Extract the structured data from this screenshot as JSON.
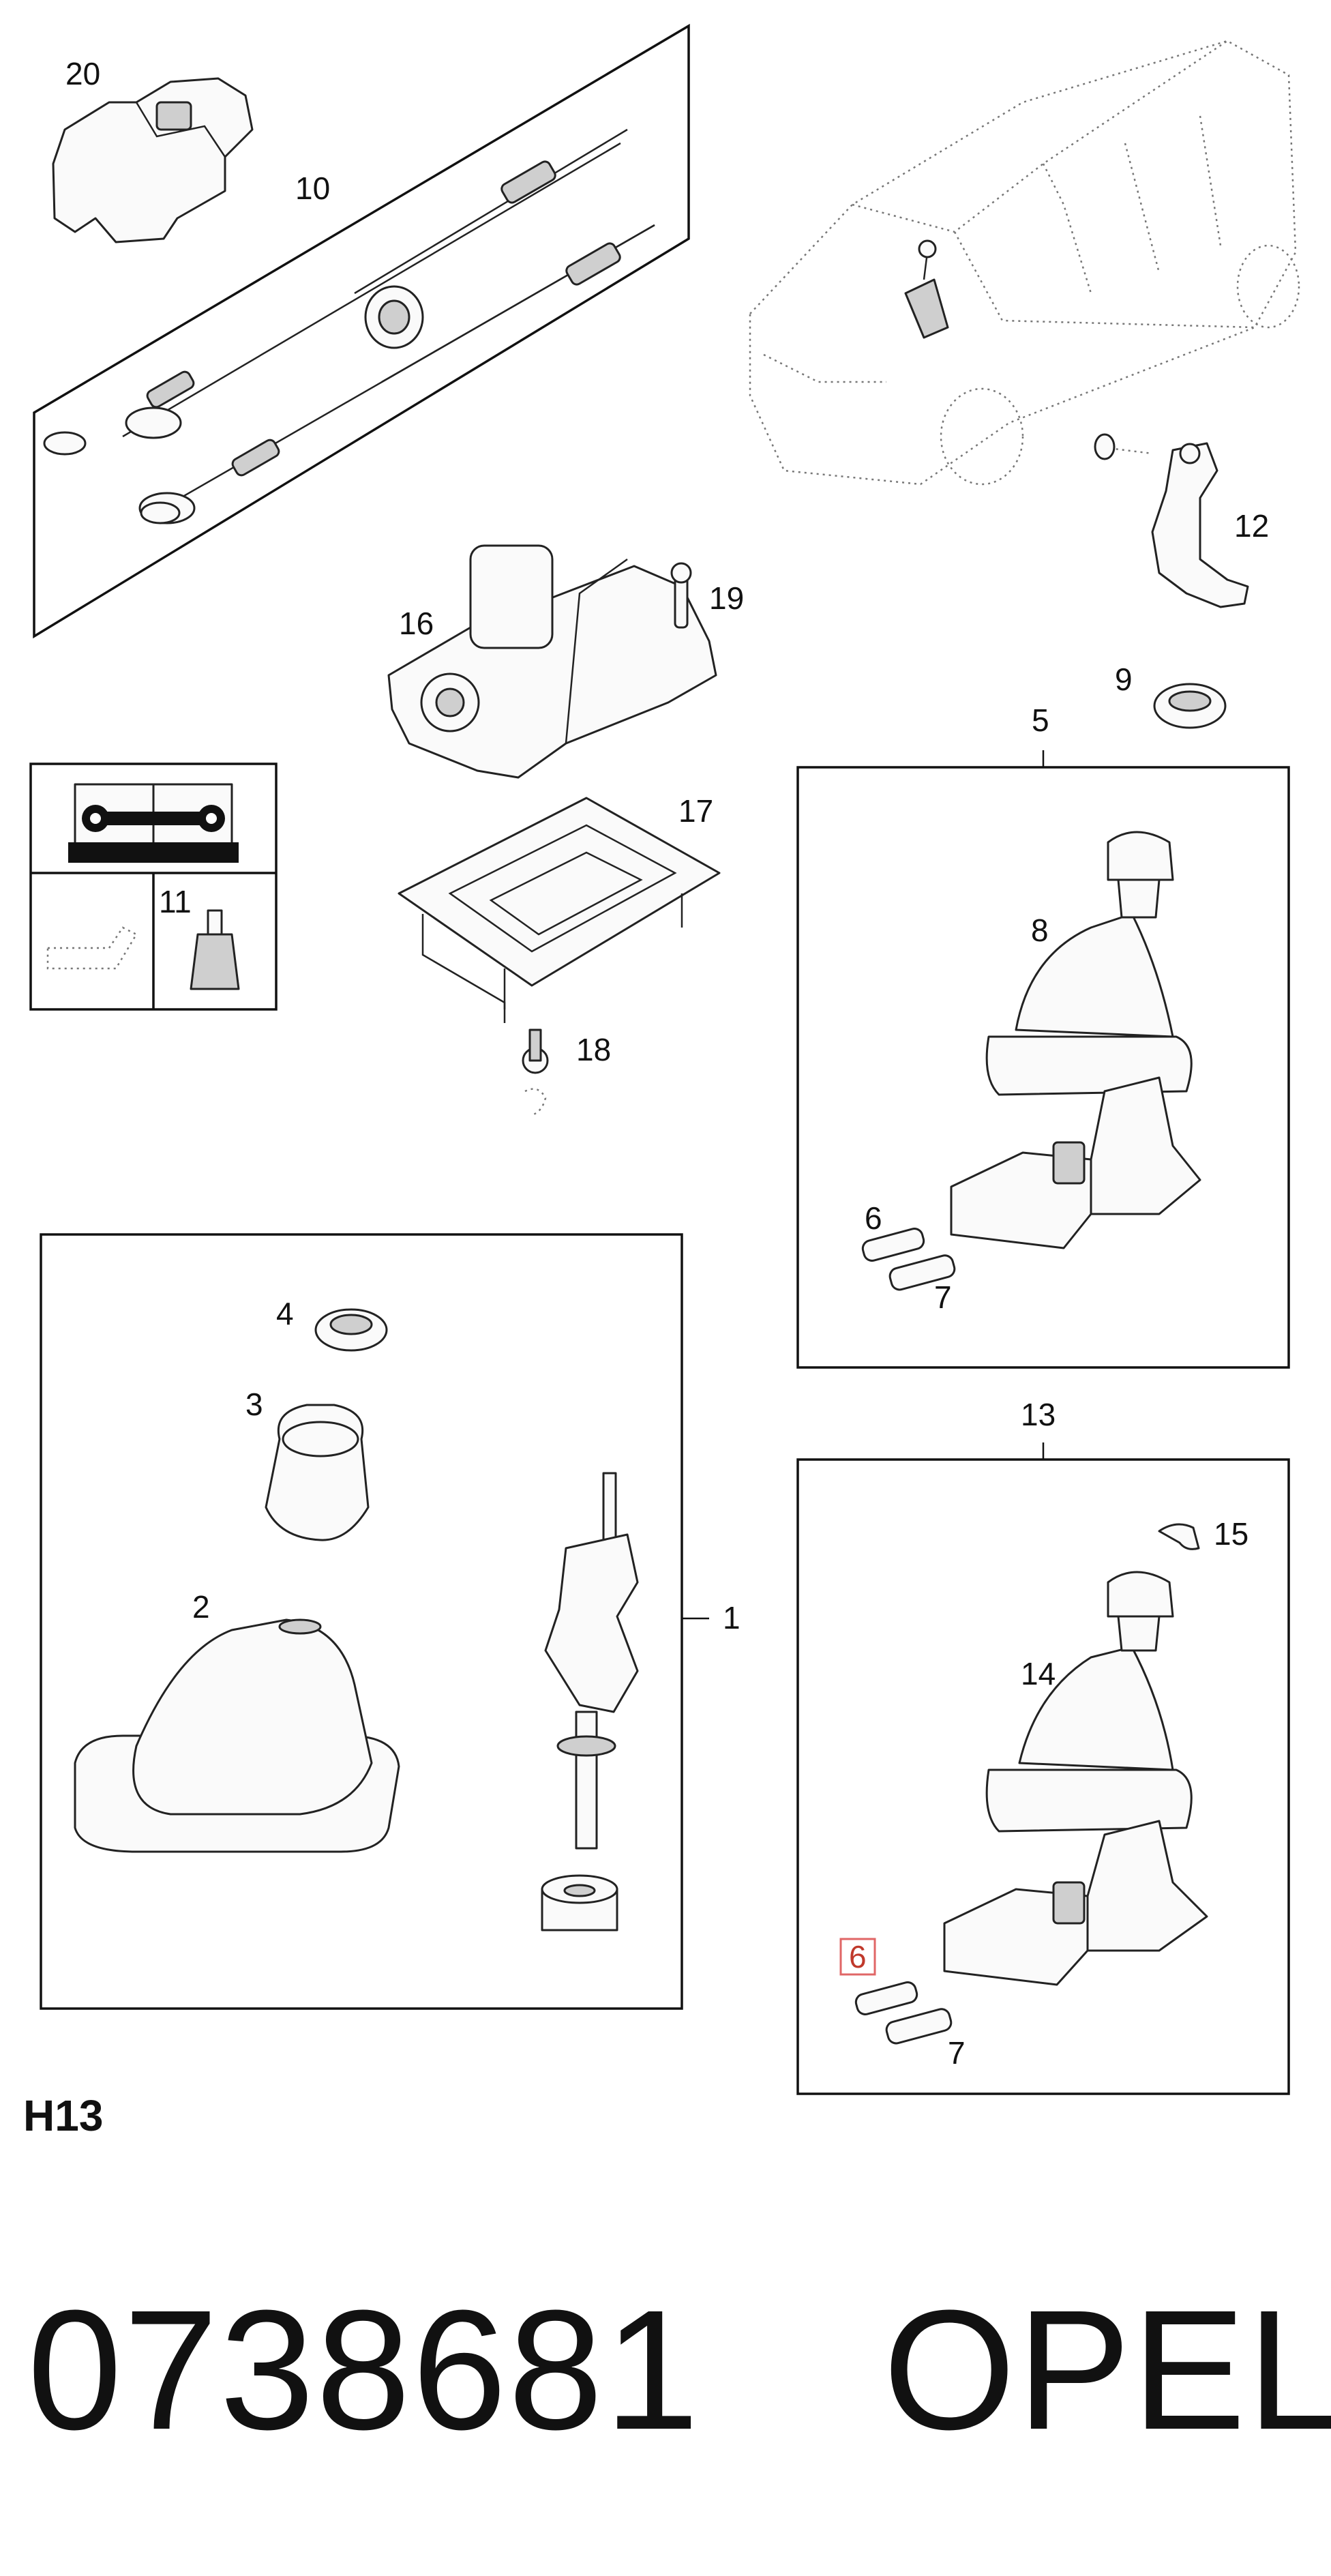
{
  "callouts": {
    "c1": "1",
    "c2": "2",
    "c3": "3",
    "c4": "4",
    "c5": "5",
    "c6_top": "6",
    "c7_top": "7",
    "c8": "8",
    "c9": "9",
    "c10": "10",
    "c11": "11",
    "c12": "12",
    "c13": "13",
    "c14": "14",
    "c15": "15",
    "c16": "16",
    "c17": "17",
    "c18": "18",
    "c19": "19",
    "c20": "20",
    "c6_bottom": "6",
    "c7_bottom": "7"
  },
  "highlighted_callout": "c6_bottom",
  "colors": {
    "highlight": "#e06666",
    "line": "#222222"
  },
  "icons": [
    "repair-manual-icon",
    "wrench-icon",
    "oil-can-icon",
    "sealant-tube-icon",
    "vehicle-outline-icon"
  ],
  "section_label": "H13",
  "part_number": "0738681",
  "brand": "OPEL"
}
